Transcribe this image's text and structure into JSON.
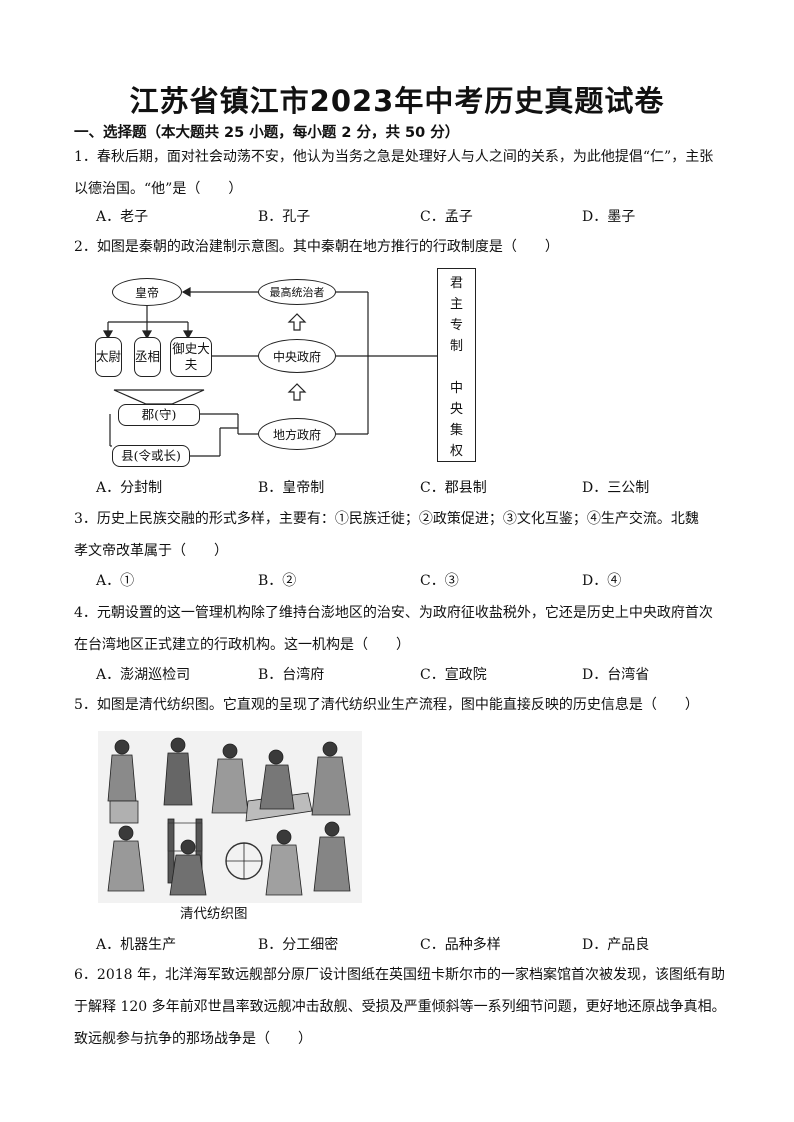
{
  "title": "江苏省镇江市2023年中考历史真题试卷",
  "section": "一、选择题（本大题共 25 小题，每小题 2 分，共 50 分）",
  "questions": [
    {
      "stem_1": "1．春秋后期，面对社会动荡不安，他认为当务之急是处理好人与人之间的关系，为此他提倡“仁”，主张",
      "stem_2": "以德治国。“他”是（　　）",
      "options": [
        "A．老子",
        "B．孔子",
        "C．孟子",
        "D．墨子"
      ]
    },
    {
      "stem_1": "2．如图是秦朝的政治建制示意图。其中秦朝在地方推行的行政制度是（　　）",
      "options": [
        "A．分封制",
        "B．皇帝制",
        "C．郡县制",
        "D．三公制"
      ]
    },
    {
      "stem_1": "3．历史上民族交融的形式多样，主要有：①民族迁徙；②政策促进；③文化互鉴；④生产交流。北魏",
      "stem_2": "孝文帝改革属于（　　）",
      "options": [
        "A．①",
        "B．②",
        "C．③",
        "D．④"
      ]
    },
    {
      "stem_1": "4．元朝设置的这一管理机构除了维持台澎地区的治安、为政府征收盐税外，它还是历史上中央政府首次",
      "stem_2": "在台湾地区正式建立的行政机构。这一机构是（　　）",
      "options": [
        "A．澎湖巡检司",
        "B．台湾府",
        "C．宣政院",
        "D．台湾省"
      ]
    },
    {
      "stem_1": "5．如图是清代纺织图。它直观的呈现了清代纺织业生产流程，图中能直接反映的历史信息是（　　）",
      "options": [
        "A．机器生产",
        "B．分工细密",
        "C．品种多样",
        "D．产品良"
      ]
    },
    {
      "stem_1": "6．2018 年，北洋海军致远舰部分原厂设计图纸在英国纽卡斯尔市的一家档案馆首次被发现，该图纸有助",
      "stem_2": "于解释 120 多年前邓世昌率致远舰冲击敌舰、受损及严重倾斜等一系列细节问题，更好地还原战争真相。",
      "stem_3": "致远舰参与抗争的那场战争是（　　）"
    }
  ],
  "diagram": {
    "emperor": "皇帝",
    "taiwei": "太尉",
    "chengxiang": "丞相",
    "yushi": "御史大夫",
    "jun": "郡(守)",
    "xian": "县(令或长)",
    "top_ruler": "最高统治者",
    "central": "中央政府",
    "local": "地方政府",
    "system_chars": [
      "君",
      "主",
      "专",
      "制",
      "",
      "中",
      "央",
      "集",
      "权"
    ]
  },
  "picture": {
    "caption": "清代纺织图"
  }
}
